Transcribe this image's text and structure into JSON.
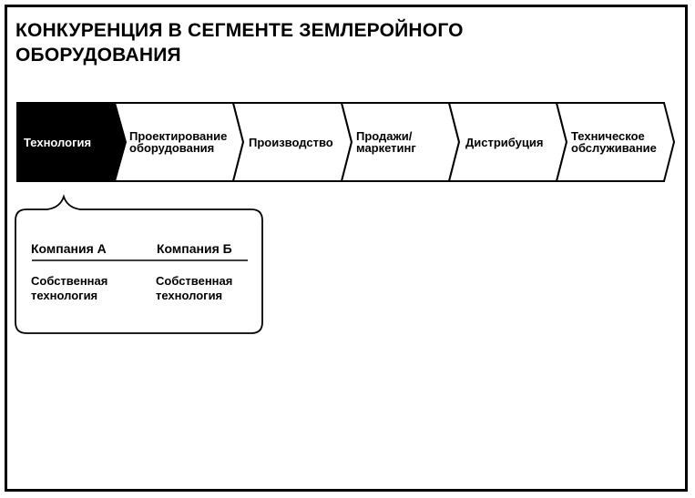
{
  "title": "КОНКУРЕНЦИЯ В СЕГМЕНТЕ ЗЕМЛЕРОЙНОГО ОБОРУДОВАНИЯ",
  "chain": {
    "steps": [
      {
        "label": "Технология",
        "highlighted": true
      },
      {
        "label": "Проектирование\nоборудования",
        "highlighted": false
      },
      {
        "label": "Производство",
        "highlighted": false
      },
      {
        "label": "Продажи/\nмаркетинг",
        "highlighted": false
      },
      {
        "label": "Дистрибуция",
        "highlighted": false
      },
      {
        "label": "Техническое\nобслуживание",
        "highlighted": false
      }
    ]
  },
  "callout": {
    "companies": [
      {
        "name": "Компания А",
        "value": "Собственная\nтехнология"
      },
      {
        "name": "Компания Б",
        "value": "Собственная\nтехнология"
      }
    ]
  },
  "colors": {
    "highlight": "#000000",
    "background": "#ffffff",
    "stroke": "#000000"
  }
}
